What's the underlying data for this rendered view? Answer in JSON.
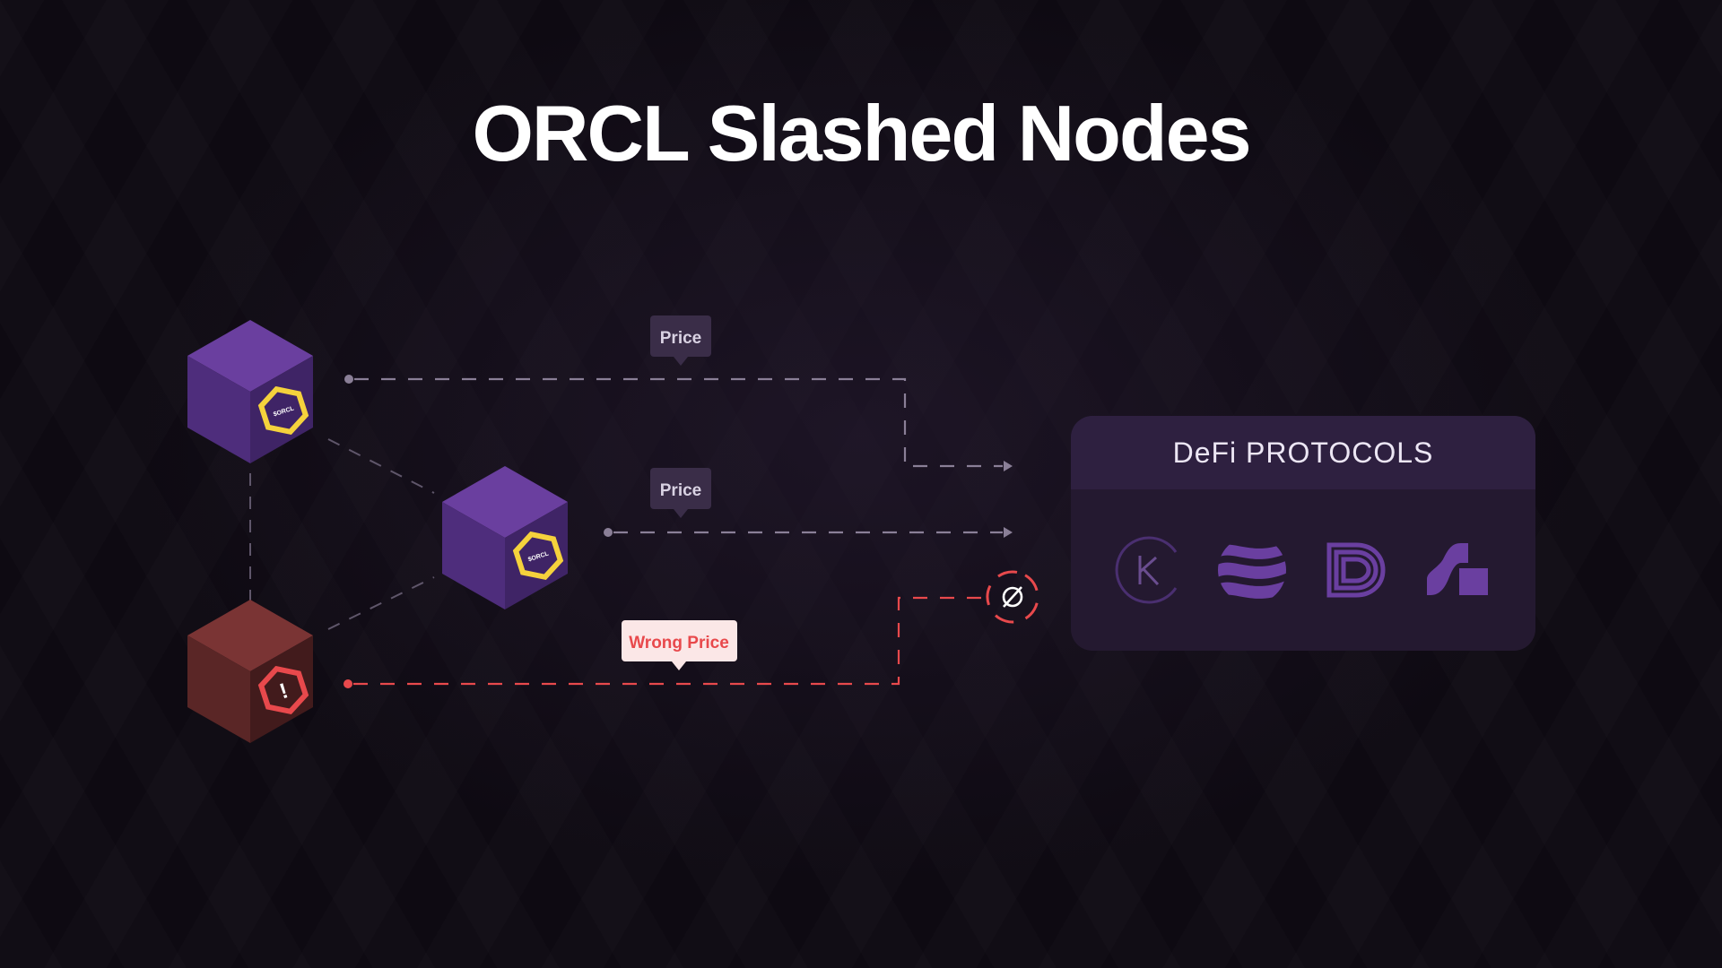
{
  "title": "ORCL Slashed Nodes",
  "labels": {
    "price_top": "Price",
    "price_mid": "Price",
    "wrong_price": "Wrong Price",
    "badge_glyph": "!",
    "hex_text": "$ORCL"
  },
  "panel": {
    "title": "DeFi PROTOCOLS",
    "logos": [
      {
        "name": "k-logo-icon"
      },
      {
        "name": "wave-sphere-logo-icon"
      },
      {
        "name": "layered-d-logo-icon"
      },
      {
        "name": "step-square-logo-icon"
      }
    ]
  },
  "colors": {
    "background": "#0e0a12",
    "cube_purple": "#5b3590",
    "cube_red": "#6a2b2b",
    "hex_yellow": "#f5d23c",
    "alert_red": "#e8494c",
    "line_gray": "#8a7f97",
    "panel_bg": "#241930",
    "logo_purple": "#6a3fa0"
  }
}
